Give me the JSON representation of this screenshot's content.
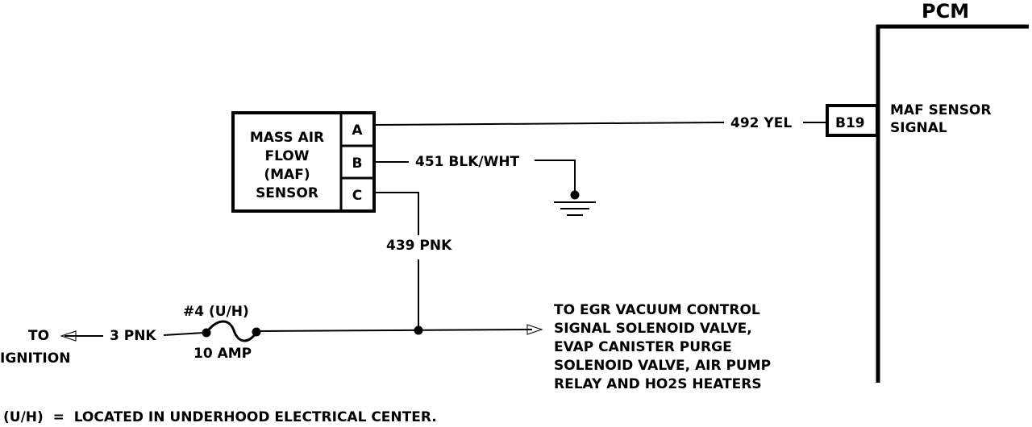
{
  "pcm": {
    "title": "PCM",
    "pin": "B19",
    "pin_label": [
      "MAF SENSOR",
      "SIGNAL"
    ]
  },
  "sensor": {
    "name_lines": [
      "MASS AIR",
      "FLOW",
      "(MAF)",
      "SENSOR"
    ],
    "pins": [
      "A",
      "B",
      "C"
    ]
  },
  "wires": {
    "signal": "492 YEL",
    "ground": "451 BLK/WHT",
    "power": "439 PNK",
    "ignition": "3 PNK"
  },
  "fuse": {
    "id": "#4 (U/H)",
    "rating": "10 AMP"
  },
  "ignition": {
    "to": "TO",
    "label": "IGNITION"
  },
  "destination": {
    "lines": [
      "TO EGR VACUUM CONTROL",
      "SIGNAL SOLENOID VALVE,",
      "EVAP CANISTER PURGE",
      "SOLENOID VALVE, AIR PUMP",
      "RELAY AND HO2S HEATERS"
    ]
  },
  "footnote": "(U/H)  =  LOCATED IN UNDERHOOD ELECTRICAL CENTER."
}
